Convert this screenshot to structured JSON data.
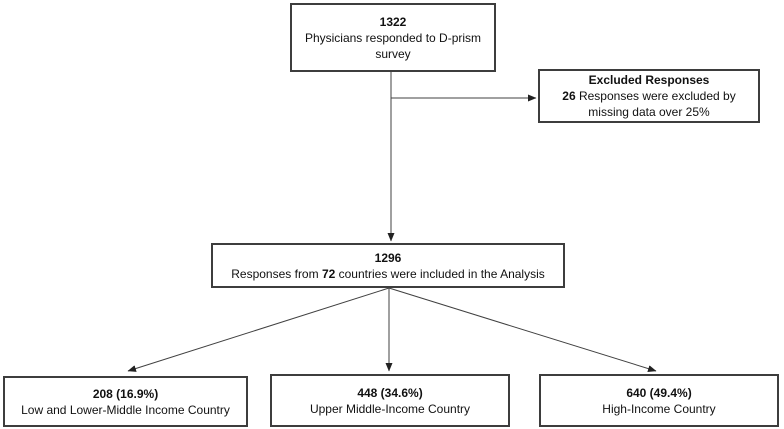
{
  "colors": {
    "background": "#ffffff",
    "box_border": "#3d3d3d",
    "text": "#111111",
    "connector": "#404040"
  },
  "nodes": {
    "total": {
      "count": "1322",
      "text": "Physicians responded to D-prism survey"
    },
    "excluded": {
      "title": "Excluded Responses",
      "count": "26",
      "text_after_count": " Responses were excluded by missing data over 25%"
    },
    "included": {
      "count": "1296",
      "text_before": "Responses from ",
      "countries": "72",
      "text_after": " countries were included in the Analysis"
    },
    "low_income": {
      "count": "208 (16.9%)",
      "label": "Low and Lower-Middle Income Country"
    },
    "upper_middle_income": {
      "count": "448 (34.6%)",
      "label": "Upper Middle-Income Country"
    },
    "high_income": {
      "count": "640 (49.4%)",
      "label": "High-Income Country"
    }
  }
}
